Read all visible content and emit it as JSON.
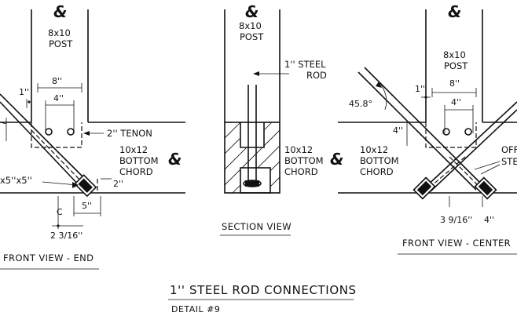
{
  "front_end": {
    "post_label": [
      "8x10",
      "POST"
    ],
    "dim_8": "8''",
    "dim_4": "4''",
    "dim_1": "1''",
    "tenon_label": "2'' TENON",
    "chord_label": [
      "10x12",
      "BOTTOM",
      "CHORD"
    ],
    "plate_label": "x5''x5''",
    "dim_2": "2''",
    "dim_5": "5''",
    "dim_c": "C",
    "dim_2_3_16": "2  3/16''",
    "caption": "FRONT VIEW - END"
  },
  "section": {
    "post_label": [
      "8x10",
      "POST"
    ],
    "rod_label": [
      "1'' STEEL",
      "ROD"
    ],
    "chord_label": [
      "10x12",
      "BOTTOM",
      "CHORD"
    ],
    "caption": "SECTION VIEW"
  },
  "front_center": {
    "post_label": [
      "8x10",
      "POST"
    ],
    "dim_8": "8''",
    "dim_4": "4''",
    "dim_1": "1''",
    "angle": "45.8°",
    "dim_4_left": "4''",
    "chord_label": [
      "10x12",
      "BOTTOM",
      "CHORD"
    ],
    "offset_label": [
      "OFF",
      "STE"
    ],
    "dim_3_9_16": "3  9/16''",
    "dim_4_bottom": "4''",
    "caption": "FRONT VIEW - CENTER"
  },
  "title": "1'' STEEL ROD CONNECTIONS",
  "detail": "DETAIL #9",
  "centerline_symbol": "&"
}
